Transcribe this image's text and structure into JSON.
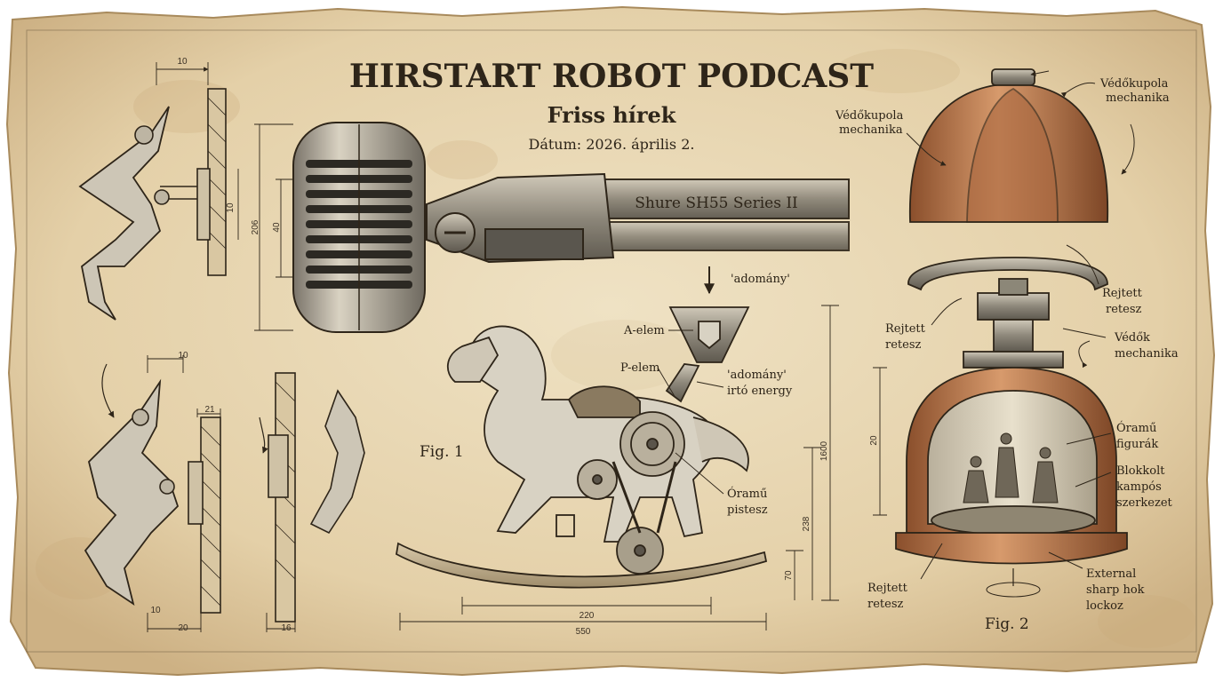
{
  "header": {
    "title": "HIRSTART ROBOT PODCAST",
    "subtitle": "Friss hírek",
    "date": "Dátum: 2026. április 2."
  },
  "microphone": {
    "model_label": "Shure SH55 Series II"
  },
  "horse": {
    "donation_top": "'adomány'",
    "a_elem": "A-elem",
    "p_elem": "P-elem",
    "donation_side_1": "'adomány'",
    "donation_side_2": "irtó energy",
    "piston_1": "Óramű",
    "piston_2": "pistesz",
    "fig": "Fig. 1"
  },
  "dome": {
    "top_right_1": "Védőkupola",
    "top_right_2": "mechanika",
    "top_left_1": "Védőkupola",
    "top_left_2": "mechanika",
    "latch_right_1": "Rejtett",
    "latch_right_2": "retesz",
    "latch_left_1": "Rejtett",
    "latch_left_2": "retesz",
    "vedok_1": "Védők",
    "vedok_2": "mechanika",
    "figures_1": "Óramű",
    "figures_2": "figurák",
    "blocked_1": "Blokkolt",
    "blocked_2": "kampós",
    "blocked_3": "szerkezet",
    "latch_bottom_1": "Rejtett",
    "latch_bottom_2": "retesz",
    "external_1": "External",
    "external_2": "sharp hok",
    "external_3": "lockoz",
    "fig": "Fig. 2",
    "dim_height": "20"
  },
  "dimensions": {
    "claw_top_width": "10",
    "claw_top_height": "10",
    "claw_bottom_width": "10",
    "claw_bottom_plate": "21",
    "claw_bottom_base_small": "10",
    "claw_bottom_base": "20",
    "claw_bottom_right": "16",
    "mic_outer": "206",
    "mic_inner": "40",
    "horse_width_inner": "220",
    "horse_width_outer": "550",
    "horse_height_total": "1600",
    "horse_height_mid": "238",
    "horse_height_low": "70"
  },
  "colors": {
    "paper": "#e8d7b5",
    "paper_dark": "#d5bd90",
    "ink": "#2e2519",
    "copper": "#b8764c",
    "steel": "#8f8b82"
  }
}
